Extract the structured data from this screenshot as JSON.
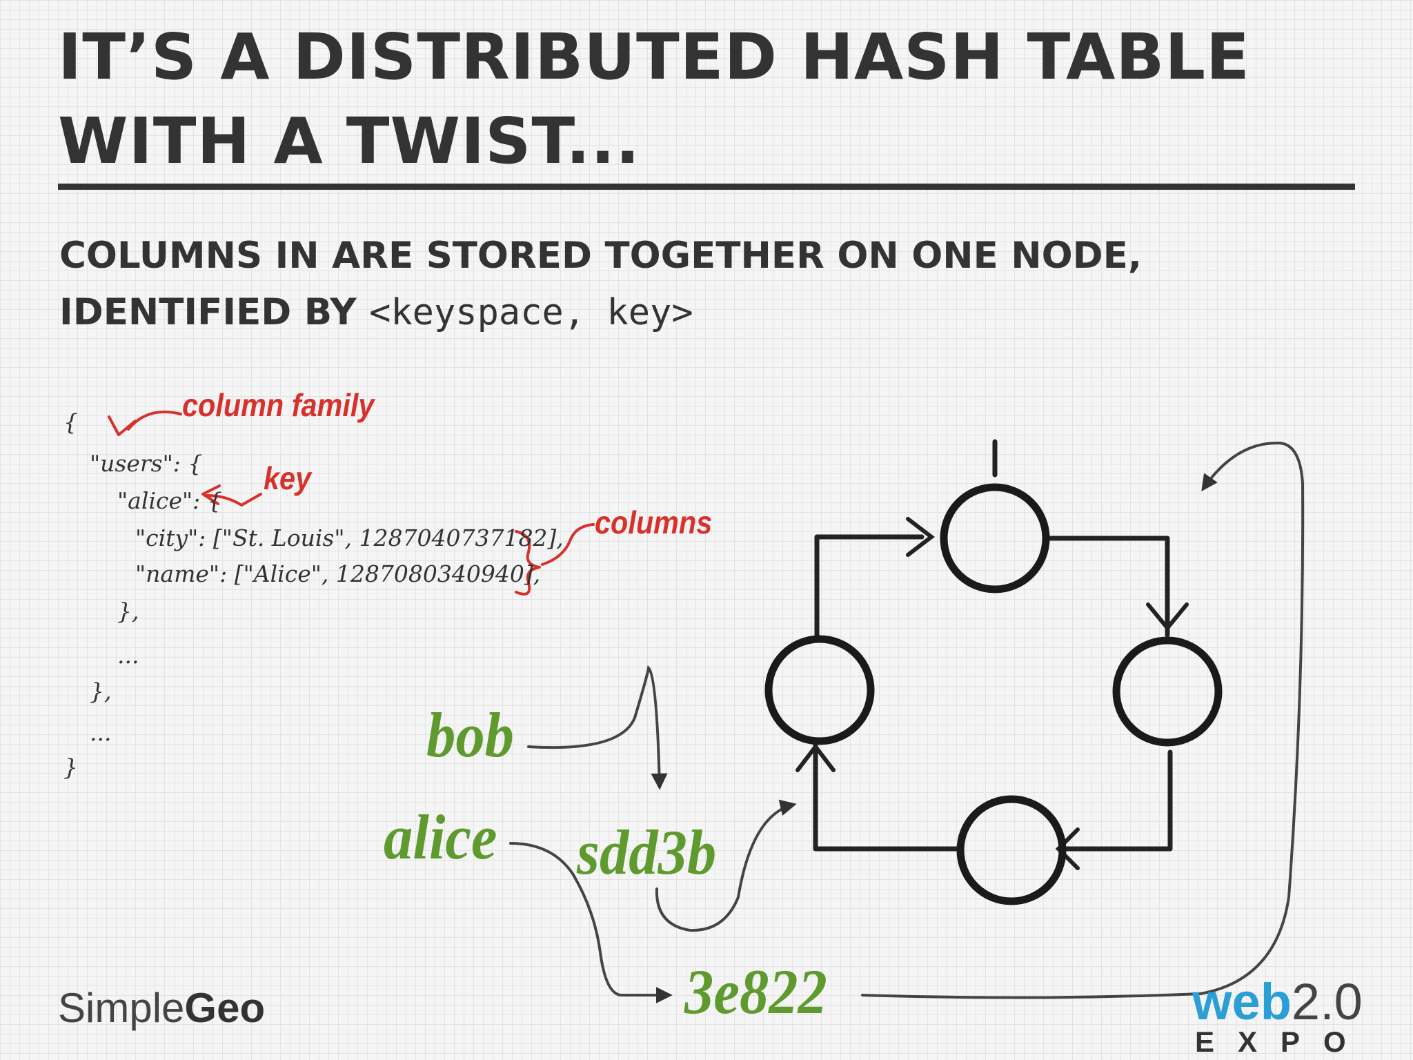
{
  "slide": {
    "title_lines": [
      "IT’S A DISTRIBUTED HASH TABLE",
      "WITH A TWIST..."
    ],
    "subtitle_line1": "COLUMNS IN ARE STORED TOGETHER ON ONE NODE,",
    "subtitle_line2_bold": "IDENTIFIED BY ",
    "subtitle_line2_mono": "<keyspace, key>"
  },
  "code_lines": [
    "{",
    "\"users\": {",
    "\"alice\": {",
    "\"city\": [\"St. Louis\", 1287040737182],",
    "\"name\": [\"Alice\", 1287080340940],",
    "},",
    "...",
    "},",
    "...",
    "}"
  ],
  "annotations": {
    "column_family": "column family",
    "key": "key",
    "columns": "columns"
  },
  "hash_labels": {
    "bob": "bob",
    "alice": "alice",
    "sdd3b": "sdd3b",
    "e822": "3e822"
  },
  "logos": {
    "simplegeo_light": "Simple",
    "simplegeo_bold": "Geo",
    "web": "web",
    "version": "2.0",
    "expo": "EXPO"
  },
  "colors": {
    "text": "#333333",
    "annotation_red": "#d8302a",
    "hash_green": "#5e9a2e",
    "web_blue": "#2a9fd6"
  }
}
